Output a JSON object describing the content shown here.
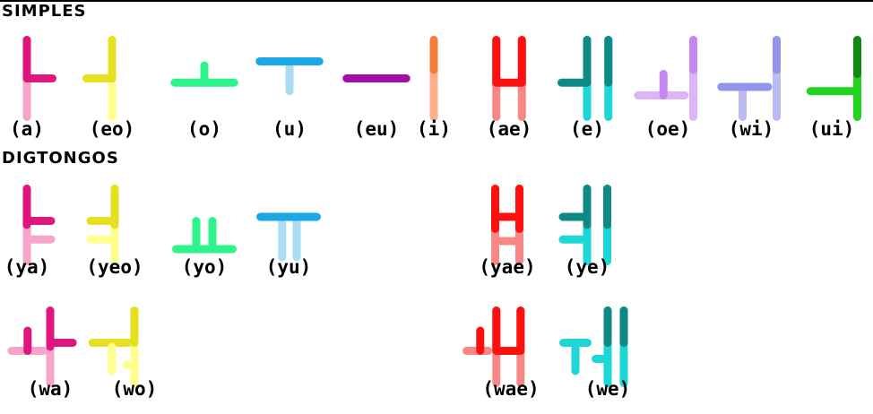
{
  "sections": {
    "simples": "SIMPLES",
    "digtongos": "DIGTONGOS"
  },
  "vowels": [
    {
      "id": "a",
      "label": "(a)",
      "light": "#f6a4c8",
      "dark": "#e0167f",
      "strokes": [
        [
          "v",
          0,
          0,
          100,
          "L"
        ],
        [
          "v",
          0,
          0,
          50,
          "D"
        ],
        [
          "h",
          0,
          30,
          50,
          "D"
        ]
      ]
    },
    {
      "id": "eo",
      "label": "(eo)",
      "light": "#ffff90",
      "dark": "#e6e020",
      "strokes": [
        [
          "v",
          0,
          0,
          100,
          "L"
        ],
        [
          "v",
          0,
          0,
          50,
          "D"
        ],
        [
          "h",
          -30,
          0,
          50,
          "D"
        ]
      ]
    },
    {
      "id": "o",
      "label": "(o)",
      "light": "#2ef38a",
      "dark": "#2ef38a",
      "strokes": [
        [
          "h",
          -35,
          35,
          55,
          "L"
        ],
        [
          "v",
          0,
          30,
          55,
          "L"
        ]
      ]
    },
    {
      "id": "u",
      "label": "(u)",
      "light": "#aadcf4",
      "dark": "#1aa7e6",
      "strokes": [
        [
          "v",
          0,
          30,
          65,
          "L"
        ],
        [
          "h",
          -35,
          35,
          30,
          "D"
        ]
      ]
    },
    {
      "id": "eu",
      "label": "(eu)",
      "light": "#a40fa8",
      "dark": "#a40fa8",
      "strokes": [
        [
          "h",
          -35,
          35,
          50,
          "D"
        ]
      ]
    },
    {
      "id": "i",
      "label": "(i)",
      "light": "#ffb088",
      "dark": "#f37f3a",
      "strokes": [
        [
          "v",
          0,
          0,
          100,
          "L"
        ],
        [
          "v",
          0,
          0,
          40,
          "D"
        ]
      ]
    },
    {
      "id": "ae",
      "label": "(ae)",
      "light": "#f88888",
      "dark": "#ff1010",
      "strokes": [
        [
          "v",
          -15,
          0,
          100,
          "L"
        ],
        [
          "v",
          15,
          0,
          100,
          "L"
        ],
        [
          "v",
          -15,
          0,
          55,
          "D"
        ],
        [
          "v",
          15,
          0,
          55,
          "D"
        ],
        [
          "h",
          -15,
          15,
          55,
          "D"
        ]
      ]
    },
    {
      "id": "e",
      "label": "(e)",
      "light": "#1ed6d6",
      "dark": "#0e8a84",
      "strokes": [
        [
          "v",
          0,
          0,
          100,
          "L"
        ],
        [
          "v",
          25,
          0,
          100,
          "L"
        ],
        [
          "v",
          0,
          0,
          55,
          "D"
        ],
        [
          "v",
          25,
          0,
          55,
          "D"
        ],
        [
          "h",
          -30,
          0,
          55,
          "D"
        ]
      ]
    },
    {
      "id": "oe",
      "label": "(oe)",
      "light": "#ddb4f6",
      "dark": "#c488f0",
      "strokes": [
        [
          "h",
          -35,
          20,
          70,
          "L"
        ],
        [
          "v",
          -5,
          40,
          70,
          "D"
        ],
        [
          "v",
          30,
          0,
          100,
          "L"
        ],
        [
          "v",
          30,
          0,
          40,
          "D"
        ]
      ]
    },
    {
      "id": "wi",
      "label": "(wi)",
      "light": "#bcbcf2",
      "dark": "#9494ec",
      "strokes": [
        [
          "v",
          -10,
          60,
          100,
          "L"
        ],
        [
          "h",
          -35,
          20,
          60,
          "D"
        ],
        [
          "v",
          30,
          0,
          100,
          "L"
        ],
        [
          "v",
          30,
          0,
          40,
          "D"
        ]
      ]
    },
    {
      "id": "ui",
      "label": "(ui)",
      "light": "#22d41e",
      "dark": "#128a12",
      "strokes": [
        [
          "v",
          30,
          0,
          100,
          "L"
        ],
        [
          "v",
          30,
          0,
          45,
          "D"
        ],
        [
          "h",
          -25,
          30,
          65,
          "L"
        ]
      ]
    }
  ],
  "diphthongs_y": [
    {
      "id": "ya",
      "label": "(ya)",
      "light": "#f6a4c8",
      "dark": "#e0167f",
      "strokes": [
        [
          "v",
          0,
          0,
          100,
          "L"
        ],
        [
          "v",
          0,
          0,
          50,
          "D"
        ],
        [
          "h",
          0,
          30,
          45,
          "D"
        ],
        [
          "h",
          0,
          30,
          68,
          "L"
        ]
      ]
    },
    {
      "id": "yeo",
      "label": "(yeo)",
      "light": "#ffff90",
      "dark": "#e6e020",
      "strokes": [
        [
          "v",
          0,
          0,
          100,
          "L"
        ],
        [
          "v",
          0,
          0,
          50,
          "D"
        ],
        [
          "h",
          -30,
          0,
          45,
          "D"
        ],
        [
          "h",
          -30,
          0,
          68,
          "L"
        ]
      ]
    },
    {
      "id": "yo",
      "label": "(yo)",
      "light": "#2ef38a",
      "dark": "#2ef38a",
      "strokes": [
        [
          "h",
          -35,
          35,
          80,
          "L"
        ],
        [
          "v",
          -10,
          40,
          80,
          "L"
        ],
        [
          "v",
          10,
          40,
          80,
          "L"
        ]
      ]
    },
    {
      "id": "yu",
      "label": "(yu)",
      "light": "#aadcf4",
      "dark": "#1aa7e6",
      "strokes": [
        [
          "v",
          -8,
          40,
          90,
          "L"
        ],
        [
          "v",
          10,
          40,
          90,
          "L"
        ],
        [
          "h",
          -35,
          35,
          40,
          "D"
        ]
      ]
    },
    {
      "id": "yae",
      "label": "(yae)",
      "light": "#f88888",
      "dark": "#ff1010",
      "strokes": [
        [
          "v",
          -15,
          0,
          100,
          "L"
        ],
        [
          "v",
          15,
          0,
          100,
          "L"
        ],
        [
          "v",
          -15,
          0,
          55,
          "D"
        ],
        [
          "v",
          15,
          0,
          55,
          "D"
        ],
        [
          "h",
          -15,
          15,
          40,
          "D"
        ],
        [
          "h",
          -15,
          15,
          70,
          "L"
        ]
      ]
    },
    {
      "id": "ye",
      "label": "(ye)",
      "light": "#1ed6d6",
      "dark": "#0e8a84",
      "strokes": [
        [
          "v",
          0,
          0,
          100,
          "L"
        ],
        [
          "v",
          25,
          0,
          100,
          "L"
        ],
        [
          "v",
          0,
          0,
          50,
          "D"
        ],
        [
          "v",
          25,
          0,
          50,
          "D"
        ],
        [
          "h",
          -30,
          0,
          40,
          "D"
        ],
        [
          "h",
          -30,
          0,
          68,
          "L"
        ]
      ]
    }
  ],
  "diphthongs_w": [
    {
      "id": "wa",
      "label": "(wa)",
      "light": "#f6a4c8",
      "dark": "#e0167f",
      "strokes": [
        [
          "h",
          -48,
          -8,
          55,
          "L"
        ],
        [
          "v",
          -28,
          25,
          55,
          "D"
        ],
        [
          "v",
          0,
          0,
          100,
          "L"
        ],
        [
          "v",
          0,
          0,
          50,
          "D"
        ],
        [
          "h",
          0,
          28,
          45,
          "D"
        ]
      ]
    },
    {
      "id": "wo",
      "label": "(wo)",
      "light": "#ffff90",
      "dark": "#e6e020",
      "strokes": [
        [
          "h",
          -52,
          -5,
          45,
          "D"
        ],
        [
          "v",
          -28,
          45,
          80,
          "L"
        ],
        [
          "v",
          0,
          0,
          100,
          "L"
        ],
        [
          "v",
          0,
          0,
          45,
          "D"
        ],
        [
          "h",
          -10,
          0,
          72,
          "L"
        ]
      ]
    },
    {
      "id": "wae",
      "label": "(wae)",
      "light": "#f88888",
      "dark": "#ff1010",
      "strokes": [
        [
          "h",
          -55,
          -28,
          55,
          "L"
        ],
        [
          "v",
          -38,
          25,
          55,
          "D"
        ],
        [
          "v",
          -18,
          0,
          100,
          "L"
        ],
        [
          "v",
          12,
          0,
          100,
          "L"
        ],
        [
          "v",
          -18,
          0,
          55,
          "D"
        ],
        [
          "v",
          12,
          0,
          55,
          "D"
        ],
        [
          "h",
          -18,
          12,
          55,
          "D"
        ]
      ]
    },
    {
      "id": "we",
      "label": "(we)",
      "light": "#1ed6d6",
      "dark": "#0e8a84",
      "strokes": [
        [
          "h",
          -55,
          -25,
          45,
          "L"
        ],
        [
          "v",
          -40,
          45,
          80,
          "L"
        ],
        [
          "v",
          0,
          0,
          100,
          "L"
        ],
        [
          "v",
          20,
          0,
          100,
          "L"
        ],
        [
          "v",
          0,
          0,
          45,
          "D"
        ],
        [
          "v",
          20,
          0,
          45,
          "D"
        ],
        [
          "h",
          -15,
          0,
          65,
          "L"
        ]
      ]
    }
  ]
}
